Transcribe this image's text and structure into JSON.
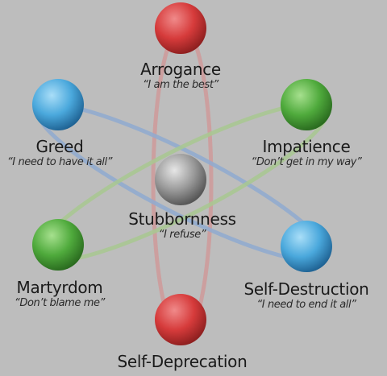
{
  "colors": {
    "background": "#bdbdbd",
    "red": "#d63b3b",
    "blue": "#4aa8dc",
    "green": "#4faa3c",
    "gray": "#9a9a9a",
    "orbit_red": "#cf9a9a",
    "orbit_blue": "#8faad0",
    "orbit_green": "#a8c890"
  },
  "nodes": [
    {
      "id": "arrogance",
      "name": "Arrogance",
      "quote": "“I am the best”",
      "color": "red"
    },
    {
      "id": "greed",
      "name": "Greed",
      "quote": "“I need to have it all”",
      "color": "blue"
    },
    {
      "id": "impatience",
      "name": "Impatience",
      "quote": "“Don’t get in my way”",
      "color": "green"
    },
    {
      "id": "stubbornness",
      "name": "Stubbornness",
      "quote": "“I refuse”",
      "color": "gray"
    },
    {
      "id": "martyrdom",
      "name": "Martyrdom",
      "quote": "“Don’t blame me”",
      "color": "green"
    },
    {
      "id": "self-destruction",
      "name": "Self-Destruction",
      "quote": "“I need to end it all”",
      "color": "blue"
    },
    {
      "id": "self-deprecation",
      "name": "Self-Deprecation",
      "quote": "",
      "color": "red"
    }
  ]
}
